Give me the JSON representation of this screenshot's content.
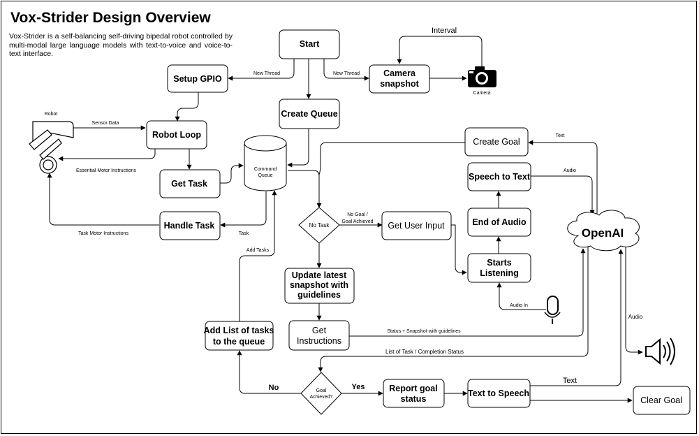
{
  "title": "Vox-Strider Design Overview",
  "description": "Vox-Strider is a self-balancing self-driving bipedal robot controlled by multi-modal large language models with text-to-voice and voice-to-text interface.",
  "nodes": {
    "start": "Start",
    "setup_gpio": "Setup GPIO",
    "camera_snapshot": [
      "Camera",
      "snapshot"
    ],
    "camera": "Camera",
    "create_queue": "Create Queue",
    "robot": "Robot",
    "robot_loop": "Robot Loop",
    "get_task": "Get Task",
    "command_queue": [
      "Command",
      "Queue"
    ],
    "handle_task": "Handle Task",
    "create_goal": "Create Goal",
    "speech_to_text": "Speech to Text",
    "end_of_audio": "End of Audio",
    "openai": "OpenAI",
    "no_task": "No Task",
    "get_user_input": "Get User Input",
    "starts_listening": [
      "Starts",
      "Listening"
    ],
    "update_snapshot": [
      "Update latest",
      "snapshot with",
      "guidelines"
    ],
    "get_instructions": [
      "Get",
      "Instructions"
    ],
    "add_tasks_queue": [
      "Add List of tasks",
      "to the queue"
    ],
    "goal_achieved": [
      "Goal",
      "Achieved?"
    ],
    "report_goal": [
      "Report goal",
      "status"
    ],
    "text_to_speech": "Text to Speech",
    "clear_goal": "Clear Goal"
  },
  "edge_labels": {
    "interval": "Interval",
    "new_thread_left": "New Thread",
    "new_thread_right": "New Thread",
    "sensor_data": "Sensor Data",
    "essential_motor": "Essential Motor Instructions",
    "task_motor": "Task Motor Instructions",
    "task": "Task",
    "add_tasks": "Add Tasks",
    "no_goal": [
      "No Goal /",
      "Goal Achieved"
    ],
    "text_top": "Text",
    "audio_top": "Audio",
    "audio_in": "Audio In",
    "status_snapshot": "Status + Snapshot with guidelines",
    "list_completion": "List of Task / Completion Status",
    "audio_right": "Audio",
    "no": "No",
    "yes": "Yes",
    "text_bottom": "Text"
  }
}
